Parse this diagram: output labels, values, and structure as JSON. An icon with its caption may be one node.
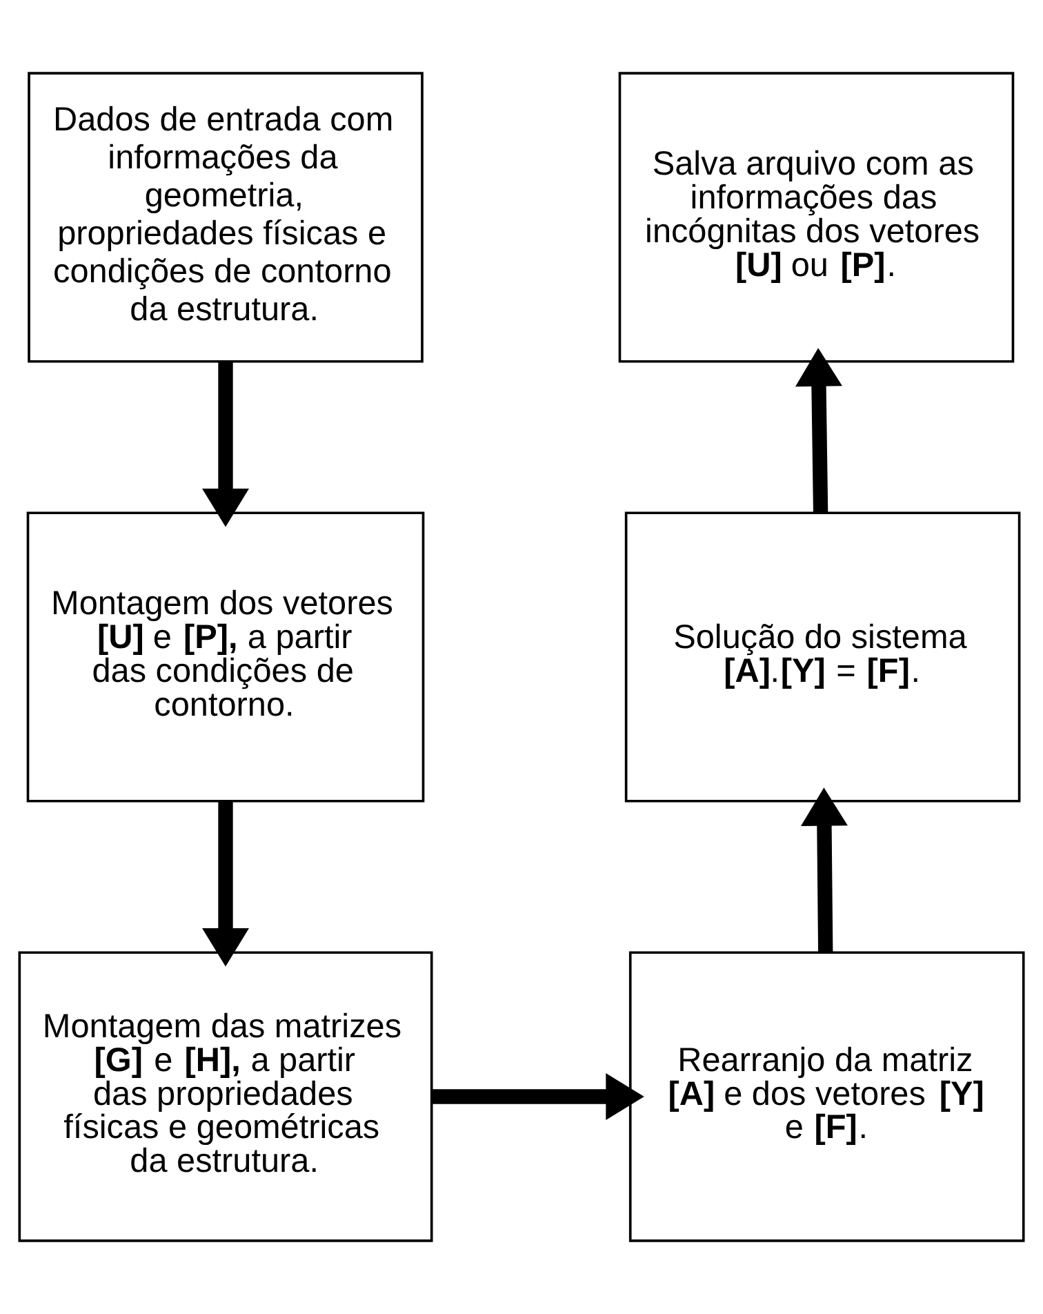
{
  "diagram": {
    "nodes": [
      {
        "text": [
          "Dados de entrada com informações da geometria, propriedades físicas e condições de contorno da estrutura."
        ]
      },
      {
        "text": [
          "Montagem dos vetores **[U]** e **[P],** a partir das condições de contorno."
        ]
      },
      {
        "text": [
          "Montagem das matrizes **[G]** e **[H],** a partir das propriedades físicas e geométricas da estrutura."
        ]
      },
      {
        "text": [
          "Rearranjo da matriz **[A]** e dos vetores **[Y]** e **[F]**."
        ]
      },
      {
        "text": [
          "Solução do sistema **[A]**.**[Y]** = **[F]**."
        ]
      },
      {
        "text": [
          "Salva arquivo com as informações das incógnitas dos vetores **[U]** ou **[P]**."
        ]
      }
    ],
    "edges": [
      {
        "from": 0,
        "to": 1,
        "arrow": "to"
      },
      {
        "from": 1,
        "to": 2,
        "arrow": "to"
      },
      {
        "from": 2,
        "to": 3,
        "arrow": "to"
      },
      {
        "from": 3,
        "to": 4,
        "arrow": "to"
      },
      {
        "from": 4,
        "to": 5,
        "arrow": "to"
      }
    ]
  }
}
